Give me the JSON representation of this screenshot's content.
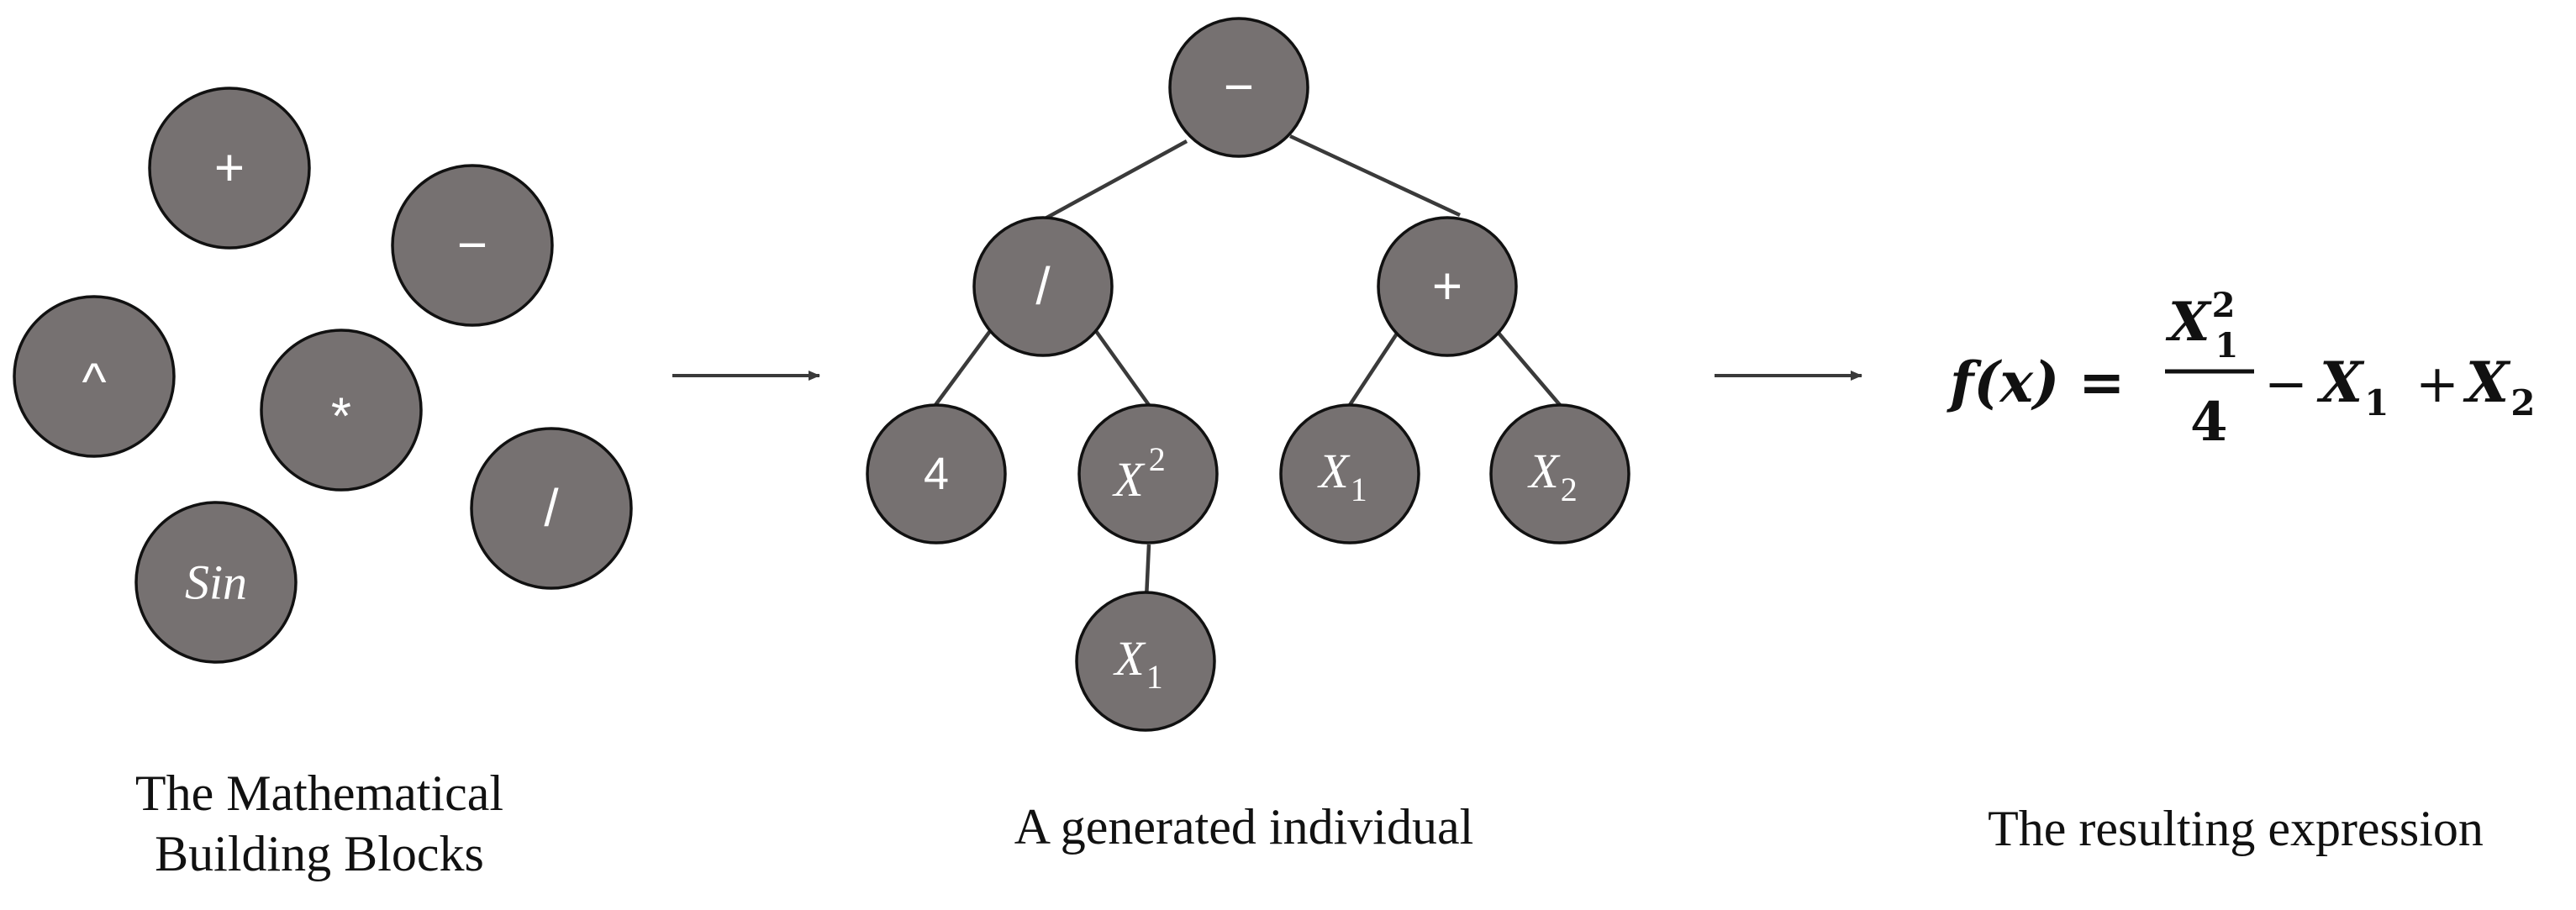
{
  "building_blocks": {
    "caption_line1": "The Mathematical",
    "caption_line2": "Building Blocks",
    "blocks": [
      {
        "id": "plus",
        "label": "+",
        "style": "op"
      },
      {
        "id": "minus",
        "label": "−",
        "style": "op"
      },
      {
        "id": "power",
        "label": "^",
        "style": "op"
      },
      {
        "id": "multiply",
        "label": "*",
        "style": "op"
      },
      {
        "id": "divide",
        "label": "/",
        "style": "op"
      },
      {
        "id": "sin",
        "label": "Sin",
        "style": "var"
      }
    ]
  },
  "tree": {
    "caption": "A generated individual",
    "nodes": [
      {
        "id": "root",
        "label": "−",
        "style": "op"
      },
      {
        "id": "div",
        "label": "/",
        "style": "op"
      },
      {
        "id": "add",
        "label": "+",
        "style": "op"
      },
      {
        "id": "four",
        "label": "4",
        "style": "num"
      },
      {
        "id": "xsq",
        "label": "X",
        "sup": "2",
        "style": "var"
      },
      {
        "id": "x1a",
        "label": "X",
        "sub": "1",
        "style": "var"
      },
      {
        "id": "x2",
        "label": "X",
        "sub": "2",
        "style": "var"
      },
      {
        "id": "x1b",
        "label": "X",
        "sub": "1",
        "style": "var"
      }
    ],
    "edges": [
      [
        "root",
        "div"
      ],
      [
        "root",
        "add"
      ],
      [
        "div",
        "four"
      ],
      [
        "div",
        "xsq"
      ],
      [
        "add",
        "x1a"
      ],
      [
        "add",
        "x2"
      ],
      [
        "xsq",
        "x1b"
      ]
    ]
  },
  "expression": {
    "caption": "The resulting expression",
    "lhs": "f(x) =",
    "numerator_base": "X",
    "numerator_sub": "1",
    "numerator_sup": "2",
    "denominator": "4",
    "rest_op1": "−",
    "rest_term1_base": "X",
    "rest_term1_sub": "1",
    "rest_op2": "+",
    "rest_term2_base": "X",
    "rest_term2_sub": "2"
  },
  "colors": {
    "node_fill": "#767171",
    "node_stroke": "#111111",
    "node_text": "#ffffff",
    "line": "#3a3a3a"
  }
}
